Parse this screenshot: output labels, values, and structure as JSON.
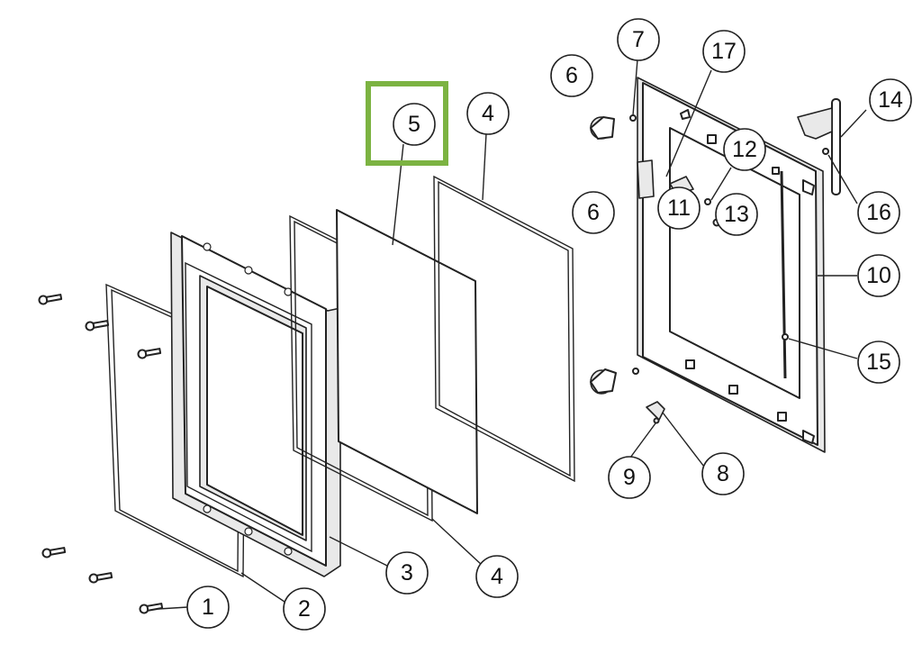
{
  "diagram": {
    "callouts": [
      {
        "id": "c1",
        "label": "1"
      },
      {
        "id": "c2",
        "label": "2"
      },
      {
        "id": "c3",
        "label": "3"
      },
      {
        "id": "c4a",
        "label": "4"
      },
      {
        "id": "c4b",
        "label": "4"
      },
      {
        "id": "c5",
        "label": "5"
      },
      {
        "id": "c6a",
        "label": "6"
      },
      {
        "id": "c6b",
        "label": "6"
      },
      {
        "id": "c7",
        "label": "7"
      },
      {
        "id": "c8",
        "label": "8"
      },
      {
        "id": "c9",
        "label": "9"
      },
      {
        "id": "c10",
        "label": "10"
      },
      {
        "id": "c11",
        "label": "11"
      },
      {
        "id": "c12",
        "label": "12"
      },
      {
        "id": "c13",
        "label": "13"
      },
      {
        "id": "c14",
        "label": "14"
      },
      {
        "id": "c15",
        "label": "15"
      },
      {
        "id": "c16",
        "label": "16"
      },
      {
        "id": "c17",
        "label": "17"
      }
    ],
    "highlight": {
      "callout": "5",
      "color": "#7cb342"
    }
  }
}
